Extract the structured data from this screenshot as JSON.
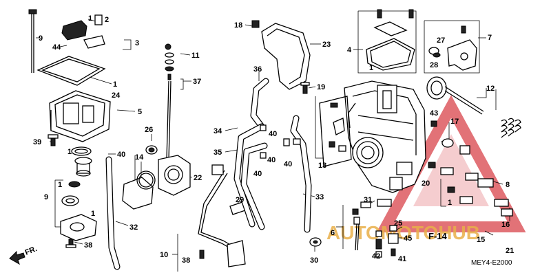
{
  "diagram": {
    "callouts": {
      "c1a": "1",
      "c1b": "1",
      "c1c": "1",
      "c1d": "1",
      "c1e": "1",
      "c2": "2",
      "c3": "3",
      "c4": "4",
      "c5": "5",
      "c6": "6",
      "c7": "7",
      "c8": "8",
      "c9a": "9",
      "c9b": "9",
      "c10": "10",
      "c11": "11",
      "c12": "12",
      "c13": "13",
      "c14": "14",
      "c15": "15",
      "c16": "16",
      "c17": "17",
      "c18": "18",
      "c19": "19",
      "c20": "20",
      "c21": "21",
      "c22": "22",
      "c23": "23",
      "c24": "24",
      "c25": "25",
      "c26": "26",
      "c27": "27",
      "c28": "28",
      "c29": "29",
      "c30": "30",
      "c31": "31",
      "c32": "32",
      "c33": "33",
      "c34": "34",
      "c35": "35",
      "c36": "36",
      "c37": "37",
      "c38a": "38",
      "c38b": "38",
      "c39": "39",
      "c40a": "40",
      "c40b": "40",
      "c40c": "40",
      "c40d": "40",
      "c40e": "40",
      "c41": "41",
      "c42": "42",
      "c43": "43",
      "c44": "44",
      "c45": "45"
    },
    "front_arrow": "FR.",
    "figure_ref": "F-14",
    "diagram_code": "MEY4-E2000",
    "watermark": "AUTOMOTOHUB",
    "colors": {
      "line": "#000000",
      "watermark_red": "#d9434a",
      "watermark_gold": "#e9b04a"
    }
  }
}
